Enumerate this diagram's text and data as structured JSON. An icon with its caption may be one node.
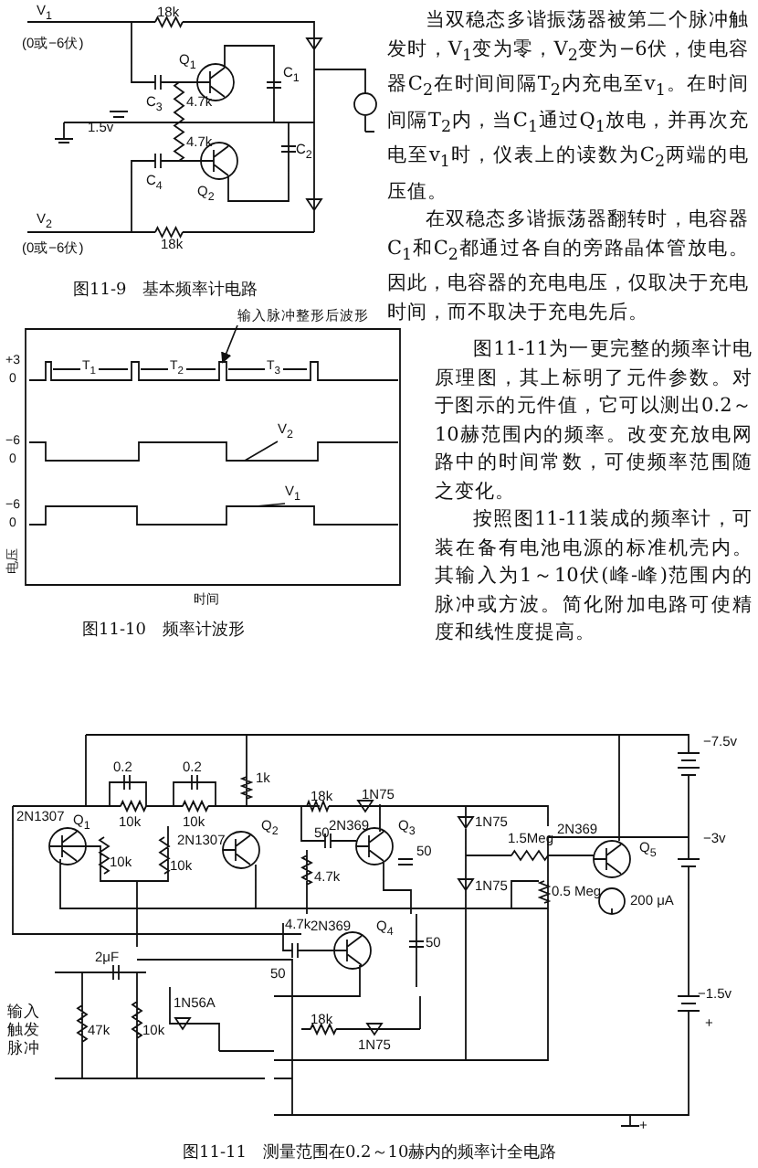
{
  "diagram": {
    "nodes": [
      {
        "text": [
          "输入脉冲整形后波形"
        ]
      },
      {
        "text": [
          "V$_{2}$"
        ]
      },
      {
        "text": [
          "V$_{1}$"
        ]
      }
    ],
    "edges": [
      {
        "from": 0,
        "to": null,
        "arrow": "to"
      },
      {
        "from": 1,
        "to": null,
        "arrow": "none"
      },
      {
        "from": 2,
        "to": null,
        "arrow": "none"
      }
    ],
    "labels": [
      "V$_{1}$",
      "(0或−6伏)",
      "18k",
      "Q$_{1}$",
      "C$_{3}$",
      "C$_{1}$",
      "4.7k",
      "1.5v",
      "4.7k",
      "C$_{4}$",
      "C$_{2}$",
      "Q$_{2}$",
      "V$_{2}$",
      "(0或−6伏)",
      "18k",
      "图11-9　基本频率计电路",
      "当双稳态多谐振荡器被第二个脉冲触发时，V$_{1}$变为零，V$_{2}$变为−6伏，使电容器C$_{2}$在时间间隔T$_{2}$内充电至v$_{1}$。在时间间隔T$_{2}$内，当C$_{1}$通过Q$_{1}$放电，并再次充电至v$_{1}$时，仪表上的读数为C$_{2}$两端的电压值。",
      "在双稳态多谐振荡器翻转时，电容器C$_{1}$和C$_{2}$都通过各自的旁路晶体管放电。因此，电容器的充电电压，仅取决于充电时间，而不取决于充电先后。",
      "图11-11为一更完整的频率计电原理图，其上标明了元件参数。对于图示的元件值，它可以测出0.2～10赫范围内的频率。改变充放电网路中的时间常数，可使频率范围随之变化。",
      "按照图11-11装成的频率计，可装在备有电池电源的标准机壳内。其输入为1～10伏(峰-峰)范围内的脉冲或方波。简化附加电路可使精度和线性度提高。",
      "电压",
      "+3",
      "0",
      "−6",
      "0",
      "−6",
      "0",
      "T$_{1}$",
      "T$_{2}$",
      "T$_{3}$",
      "时间",
      "图11-10　频率计波形",
      "2N1307",
      "Q$_{1}$",
      "0.2",
      "0.2",
      "1k",
      "10k",
      "10k",
      "2N1307",
      "Q$_{2}$",
      "10k",
      "10k",
      "18k",
      "1N75",
      "50",
      "2N369",
      "Q$_{3}$",
      "4.7k",
      "50",
      "1N75",
      "1.5Meg",
      "2N369",
      "Q$_{5}$",
      "1N75",
      "0.5 Meg",
      "200 μA",
      "−7.5v",
      "−3v",
      "4.7k",
      "2N369",
      "Q$_{4}$",
      "50",
      "50",
      "−1.5v",
      "2μF",
      "输入触发脉冲",
      "47k",
      "10k",
      "1N56A",
      "18k",
      "1N75",
      "+",
      "+",
      "图11-11　测量范围在0.2～10赫内的频率计全电路"
    ]
  }
}
